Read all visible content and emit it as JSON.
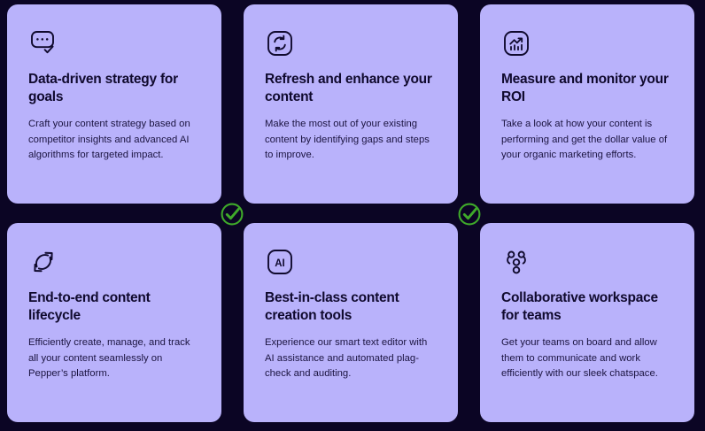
{
  "theme": {
    "page_background": "#0b0524",
    "card_background": "#b9b2fb",
    "title_color": "#100a2e",
    "body_color": "#1b1440",
    "check_color": "#3faa2a"
  },
  "cards": [
    {
      "icon": "chat-check-icon",
      "title": "Data-driven strategy for goals",
      "body": "Craft your content strategy based on competitor insights and advanced AI algorithms for targeted impact."
    },
    {
      "icon": "refresh-square-icon",
      "title": "Refresh and enhance your content",
      "body": "Make the most out of your existing content by identifying gaps and steps to improve."
    },
    {
      "icon": "chart-growth-icon",
      "title": "Measure and monitor your ROI",
      "body": "Take a look at how your content is performing and get the dollar value of your organic marketing efforts."
    },
    {
      "icon": "lifecycle-arrows-icon",
      "title": "End-to-end content lifecycle",
      "body": "Efficiently create, manage, and track all your content seamlessly on Pepper’s platform."
    },
    {
      "icon": "ai-square-icon",
      "title": "Best-in-class content creation tools",
      "body": "Experience our smart text editor with AI assistance and automated plag-check and auditing."
    },
    {
      "icon": "people-group-icon",
      "title": "Collaborative workspace for teams",
      "body": "Get your teams on board and allow them to communicate and work efficiently with our sleek chatspace."
    }
  ],
  "badges": [
    {
      "name": "check-badge-one",
      "label": "✓"
    },
    {
      "name": "check-badge-two",
      "label": "✓"
    }
  ]
}
